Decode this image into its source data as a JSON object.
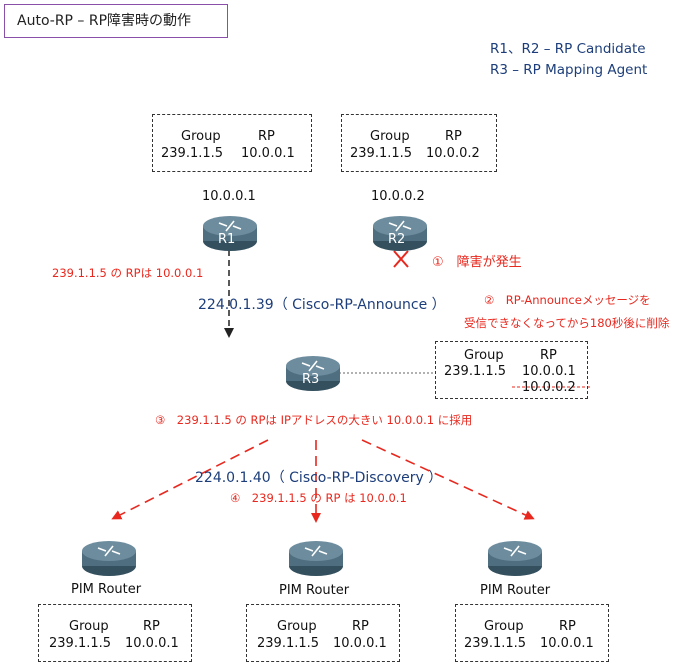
{
  "title": "Auto-RP – RP障害時の動作",
  "legend": [
    "R1、R2 – RP Candidate",
    "R3 – RP Mapping Agent"
  ],
  "table_headers": {
    "group": "Group",
    "rp": "RP"
  },
  "tables": {
    "r1": {
      "group": "239.1.1.5",
      "rp": "10.0.0.1"
    },
    "r2": {
      "group": "239.1.1.5",
      "rp": "10.0.0.2"
    },
    "r3": {
      "group": "239.1.1.5",
      "rp": "10.0.0.1",
      "rp_deleted": "10.0.0.2"
    },
    "pim1": {
      "group": "239.1.1.5",
      "rp": "10.0.0.1"
    },
    "pim2": {
      "group": "239.1.1.5",
      "rp": "10.0.0.1"
    },
    "pim3": {
      "group": "239.1.1.5",
      "rp": "10.0.0.1"
    }
  },
  "routers": {
    "r1": {
      "label": "R1",
      "ip": "10.0.0.1"
    },
    "r2": {
      "label": "R2",
      "ip": "10.0.0.2"
    },
    "r3": {
      "label": "R3"
    },
    "pim_label": "PIM Router"
  },
  "annotations": {
    "r1_rp": "239.1.1.5 の RPは 10.0.0.1",
    "step1": "①　障害が発生",
    "step2_line1": "②　RP-Announceメッセージを",
    "step2_line2": "受信できなくなってから180秒後に削除",
    "step3": "③　239.1.1.5 の RPは IPアドレスの大きい 10.0.0.1 に採用",
    "step4": "④　239.1.1.5 の RP は 10.0.0.1"
  },
  "groups": {
    "announce": "224.0.1.39（ Cisco-RP-Announce ）",
    "discovery": "224.0.1.40（ Cisco-RP-Discovery ）"
  },
  "colors": {
    "accent_red": "#e8281e",
    "navy": "#1d3e7a",
    "router_body": "#4f6f80",
    "title_border": "#8a4fa8"
  }
}
